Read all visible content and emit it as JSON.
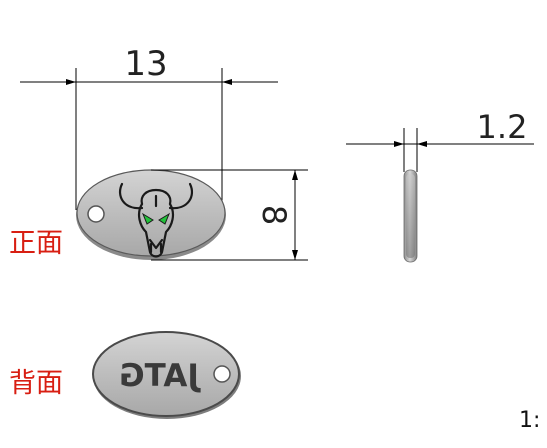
{
  "dimensions": {
    "width": "13",
    "height": "8",
    "thickness": "1.2"
  },
  "views": {
    "front_label": "正面",
    "back_label": "背面"
  },
  "back_engraving": "JATG",
  "scale": "1:",
  "colors": {
    "tag_fill": "#b9b9b9",
    "tag_edge": "#7a7a7a",
    "label": "#d81e12",
    "skull_eyes": "#22c23a"
  },
  "icons": {
    "front_emblem": "bull-skull-icon",
    "hole": "hole-icon"
  }
}
